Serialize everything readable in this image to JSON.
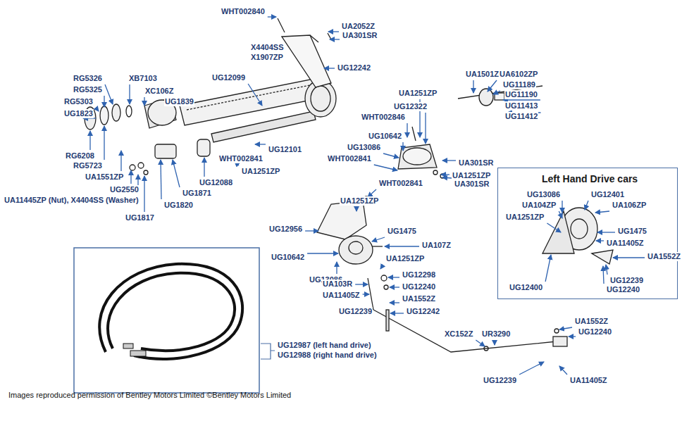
{
  "diagram": {
    "caption": "Images reproduced permission of Bentley Motors Limited ©Bentley Motors Limited",
    "nodes": [
      {
        "text": [
          "Left Hand Drive cars"
        ]
      }
    ],
    "labels": [
      "WHT002840",
      "UA2052Z",
      "UA301SR",
      "X4404SS",
      "X1907ZP",
      "UG12242",
      "UG12099",
      "RG5326",
      "XB7103",
      "RG5325",
      "XC106Z",
      "UG1839",
      "RG5303",
      "UG1823",
      "UA1501ZP",
      "UA6102ZP",
      "UA1251ZP",
      "UG11189",
      "UG12322",
      "UG11190",
      "WHT002846",
      "UG11413",
      "UG11412",
      "UG10642",
      "UG12101",
      "UG13086",
      "RG6208",
      "WHT002841",
      "WHT002841",
      "UA301SR",
      "RG5723",
      "UA1251ZP",
      "UA1251ZP",
      "UA1551ZP",
      "UG12088",
      "WHT002841",
      "UA301SR",
      "UG2550",
      "UG1871",
      "UA11445ZP (Nut), X4404SS (Washer)",
      "UA1251ZP",
      "UG1820",
      "UG12956",
      "UG1475",
      "UG1817",
      "UA107Z",
      "UG10642",
      "UA1251ZP",
      "UG13086",
      "UG12298",
      "UA103R",
      "UG12240",
      "UA11405Z",
      "UA1552Z",
      "UG12242",
      "UG12239",
      "UA1552Z",
      "XC152Z",
      "UR3290",
      "UG12240",
      "UG12987 (left hand drive)",
      "UG12988 (right hand drive)",
      "UG12239",
      "UA11405Z",
      "UG13086",
      "UG12401",
      "UA104ZP",
      "UA106ZP",
      "UA1251ZP",
      "UG1475",
      "UA11405Z",
      "UA1552Z",
      "UG12239",
      "UG12400",
      "UG12240"
    ]
  }
}
